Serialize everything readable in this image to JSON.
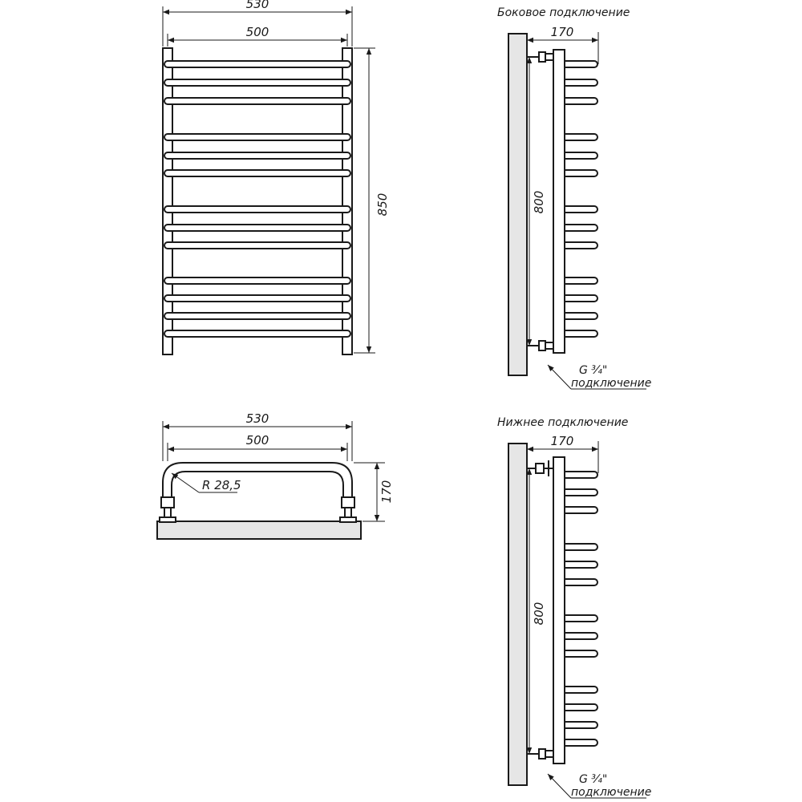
{
  "front_view": {
    "dim_outer": "530",
    "dim_inner": "500",
    "dim_height": "850"
  },
  "top_view": {
    "dim_outer": "530",
    "dim_inner": "500",
    "dim_radius": "R 28,5",
    "dim_depth": "170"
  },
  "side_connection": {
    "title": "Боковое подключение",
    "dim_depth": "170",
    "dim_axis": "800",
    "thread_label": "G ¾\"",
    "thread_caption": "подключение"
  },
  "bottom_connection": {
    "title": "Нижнее подключение",
    "dim_depth": "170",
    "dim_axis": "800",
    "thread_label": "G ¾\"",
    "thread_caption": "подключение"
  },
  "colors": {
    "line": "#1a1a1a",
    "wall": "#e6e6e6",
    "background": "#ffffff"
  }
}
